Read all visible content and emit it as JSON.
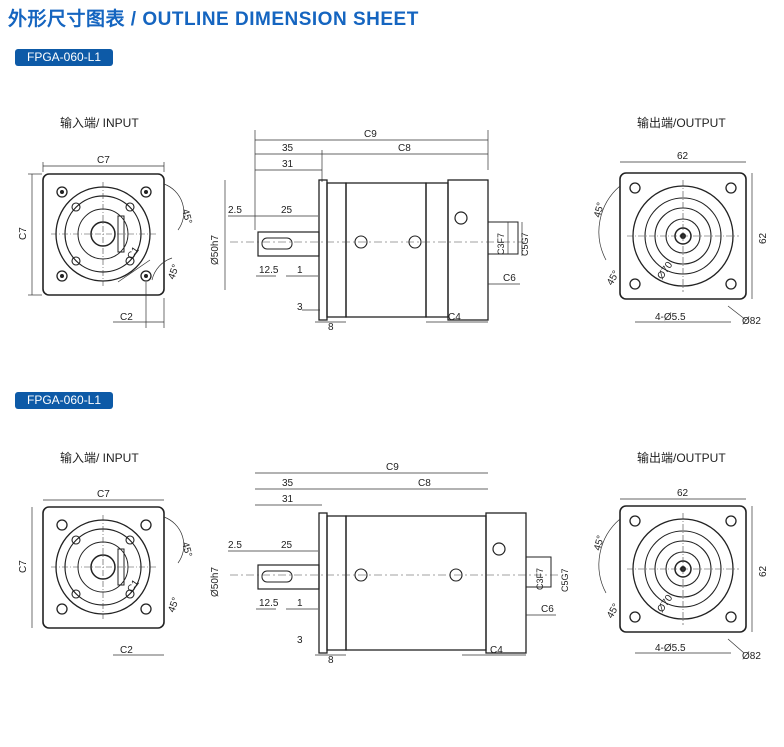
{
  "header": {
    "title": "外形尺寸图表 / OUTLINE DIMENSION SHEET"
  },
  "sections": [
    {
      "model": "FPGA-060-L1",
      "input_label": "输入端/ INPUT",
      "output_label": "输出端/OUTPUT",
      "input_dims": {
        "c7_top": "C7",
        "c7_side": "C7",
        "c1": "C1",
        "angle_top": "45°",
        "angle_bottom": "45°",
        "c2": "C2"
      },
      "side_dims": {
        "c9": "C9",
        "d35": "35",
        "c8": "C8",
        "d31": "31",
        "d25": "25",
        "d2_5": "2.5",
        "d50": "Ø50h7",
        "d12_5": "12.5",
        "d1": "1",
        "d3": "3",
        "d8": "8",
        "c4": "C4",
        "c3": "C3F7",
        "c5": "C5G7",
        "c6": "C6"
      },
      "output_dims": {
        "d62_top": "62",
        "d62_side": "62",
        "angle_top": "45°",
        "angle_bottom": "45°",
        "d70": "Ø70",
        "holes": "4-Ø5.5",
        "d82": "Ø82"
      }
    },
    {
      "model": "FPGA-060-L1",
      "input_label": "输入端/ INPUT",
      "output_label": "输出端/OUTPUT",
      "input_dims": {
        "c7_top": "C7",
        "c7_side": "C7",
        "c1": "C1",
        "angle_top": "45°",
        "angle_bottom": "45°",
        "c2": "C2"
      },
      "side_dims": {
        "c9": "C9",
        "d35": "35",
        "c8": "C8",
        "d31": "31",
        "d25": "25",
        "d2_5": "2.5",
        "d50": "Ø50h7",
        "d12_5": "12.5",
        "d1": "1",
        "d3": "3",
        "d8": "8",
        "c4": "C4",
        "c3": "C3F7",
        "c5": "C5G7",
        "c6": "C6"
      },
      "output_dims": {
        "d62_top": "62",
        "d62_side": "62",
        "angle_top": "45°",
        "angle_bottom": "45°",
        "d70": "Ø70",
        "holes": "4-Ø5.5",
        "d82": "Ø82"
      }
    }
  ]
}
